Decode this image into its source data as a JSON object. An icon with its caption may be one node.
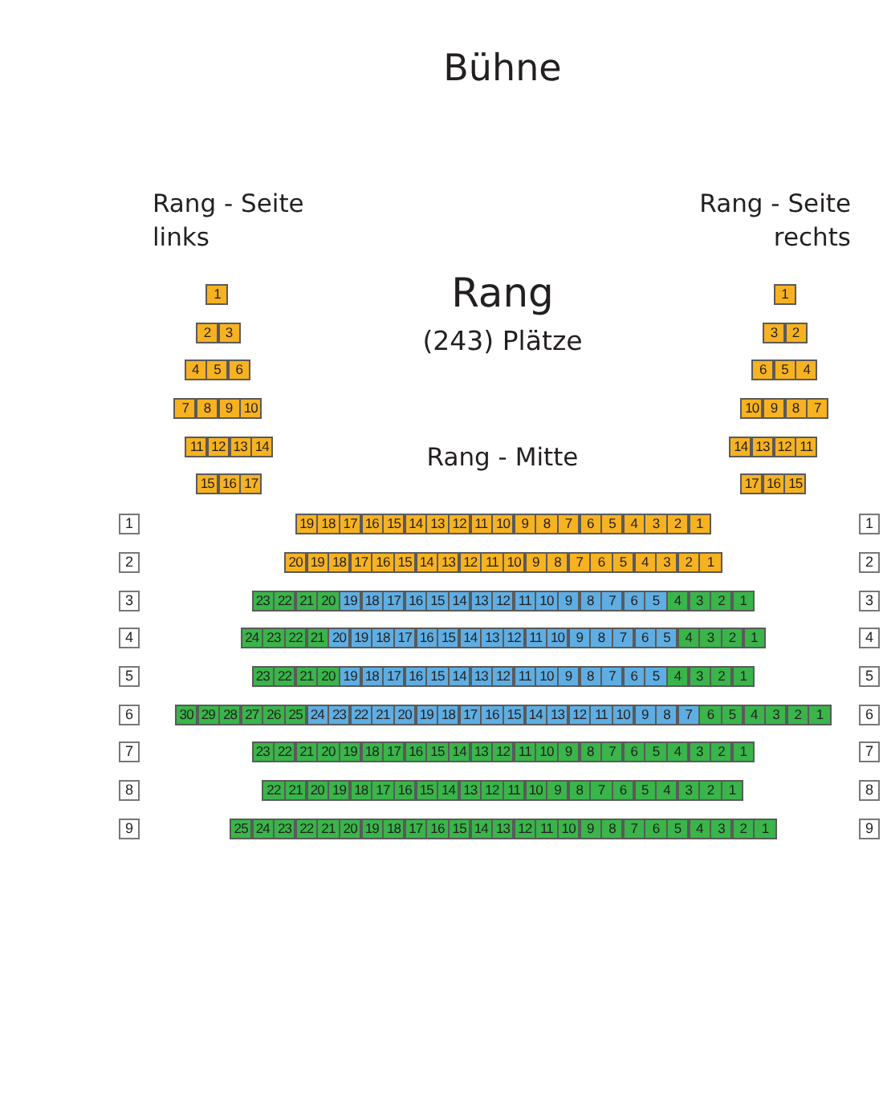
{
  "diagram": {
    "title": "Bühne",
    "labels": [
      "Rang - Seite links",
      "Rang - Seite rechts",
      "1",
      "Rang",
      "1",
      "2",
      "3",
      "(243) Plätze",
      "3",
      "2",
      "4",
      "5",
      "6",
      "6",
      "5",
      "4",
      "7",
      "8",
      "9",
      "10",
      "10",
      "9",
      "8",
      "7",
      "11",
      "12",
      "13",
      "14",
      "14",
      "13",
      "12",
      "11",
      "15",
      "16",
      "17",
      "Rang - Mitte",
      "17",
      "16",
      "15",
      "1",
      "19",
      "18",
      "17",
      "16",
      "15",
      "14",
      "13",
      "12",
      "11",
      "10",
      "9",
      "8",
      "7",
      "6",
      "5",
      "4",
      "3",
      "2",
      "1",
      "1",
      "2",
      "20",
      "19",
      "18",
      "17",
      "16",
      "15",
      "14",
      "13",
      "12",
      "11",
      "10",
      "9",
      "8",
      "7",
      "6",
      "5",
      "4",
      "3",
      "2",
      "1",
      "2",
      "3",
      "23",
      "22",
      "21",
      "20",
      "19",
      "18",
      "17",
      "16",
      "15",
      "14",
      "13",
      "12",
      "11",
      "10",
      "9",
      "8",
      "7",
      "6",
      "5",
      "4",
      "3",
      "2",
      "1",
      "3",
      "4",
      "24",
      "23",
      "22",
      "21",
      "20",
      "19",
      "18",
      "17",
      "16",
      "15",
      "14",
      "13",
      "12",
      "11",
      "10",
      "9",
      "8",
      "7",
      "6",
      "5",
      "4",
      "3",
      "2",
      "1",
      "4",
      "5",
      "23",
      "22",
      "21",
      "20",
      "19",
      "18",
      "17",
      "16",
      "15",
      "14",
      "13",
      "12",
      "11",
      "10",
      "9",
      "8",
      "7",
      "6",
      "5",
      "4",
      "3",
      "2",
      "1",
      "5",
      "6",
      "30",
      "29",
      "28",
      "27",
      "26",
      "25",
      "24",
      "23",
      "22",
      "21",
      "20",
      "19",
      "18",
      "17",
      "16",
      "15",
      "14",
      "13",
      "12",
      "11",
      "10",
      "9",
      "8",
      "7",
      "6",
      "5",
      "4",
      "3",
      "2",
      "1",
      "6",
      "7",
      "23",
      "22",
      "21",
      "20",
      "19",
      "18",
      "17",
      "16",
      "15",
      "14",
      "13",
      "12",
      "11",
      "10",
      "9",
      "8",
      "7",
      "6",
      "5",
      "4",
      "3",
      "2",
      "1",
      "7",
      "8",
      "22",
      "21",
      "20",
      "19",
      "18",
      "17",
      "16",
      "15",
      "14",
      "13",
      "12",
      "11",
      "10",
      "9",
      "8",
      "7",
      "6",
      "5",
      "4",
      "3",
      "2",
      "1",
      "8",
      "9",
      "25",
      "24",
      "23",
      "22",
      "21",
      "20",
      "19",
      "18",
      "17",
      "16",
      "15",
      "14",
      "13",
      "12",
      "11",
      "10",
      "9",
      "8",
      "7",
      "6",
      "5",
      "4",
      "3",
      "2",
      "1",
      "9"
    ]
  }
}
